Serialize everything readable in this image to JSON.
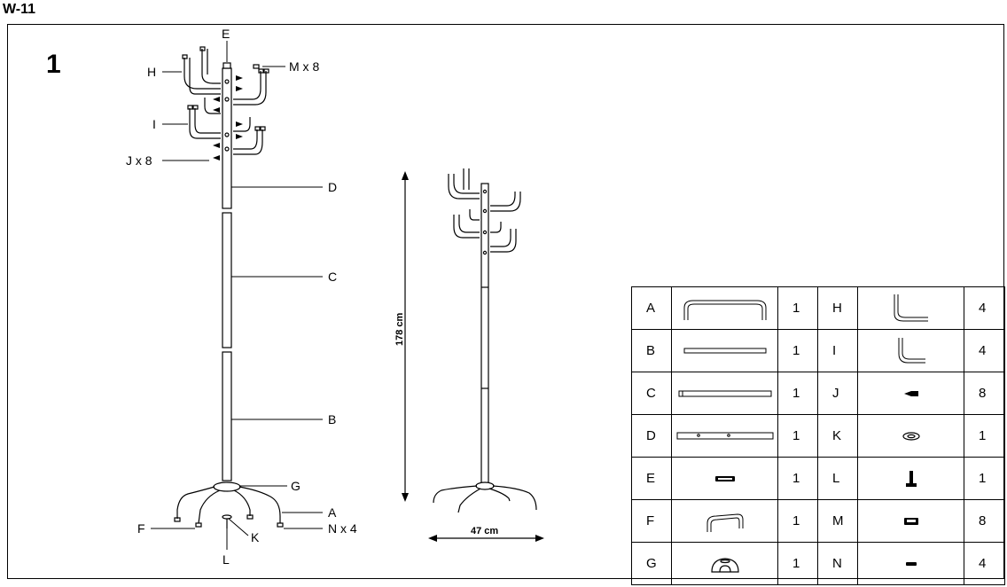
{
  "model": "W-11",
  "step": "1",
  "callouts": {
    "E": "E",
    "H": "H",
    "M": "M x 8",
    "I": "I",
    "J": "J x 8",
    "D": "D",
    "C": "C",
    "B": "B",
    "G": "G",
    "A": "A",
    "F": "F",
    "N": "N x 4",
    "K": "K",
    "L": "L"
  },
  "dimensions": {
    "height": "178 cm",
    "width": "47 cm"
  },
  "parts": [
    {
      "letter": "A",
      "qty": "1",
      "letter2": "H",
      "qty2": "4"
    },
    {
      "letter": "B",
      "qty": "1",
      "letter2": "I",
      "qty2": "4"
    },
    {
      "letter": "C",
      "qty": "1",
      "letter2": "J",
      "qty2": "8"
    },
    {
      "letter": "D",
      "qty": "1",
      "letter2": "K",
      "qty2": "1"
    },
    {
      "letter": "E",
      "qty": "1",
      "letter2": "L",
      "qty2": "1"
    },
    {
      "letter": "F",
      "qty": "1",
      "letter2": "M",
      "qty2": "8"
    },
    {
      "letter": "G",
      "qty": "1",
      "letter2": "N",
      "qty2": "4"
    }
  ]
}
